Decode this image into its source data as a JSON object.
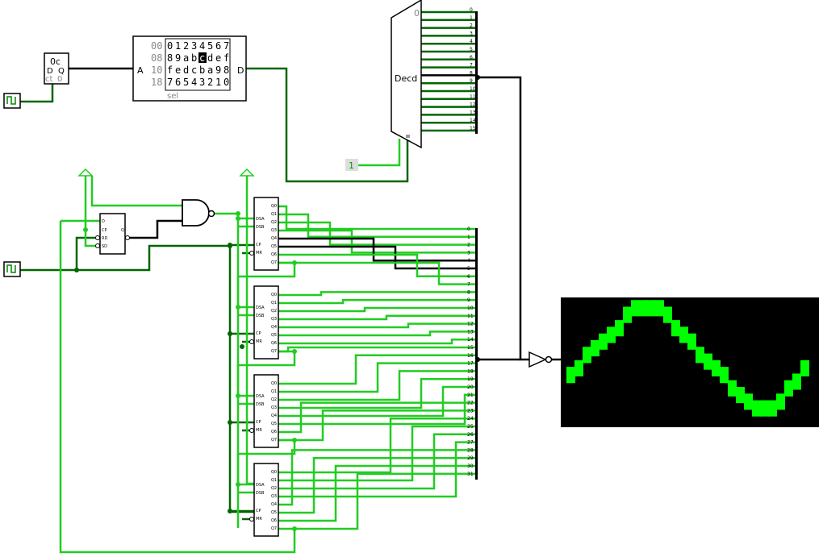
{
  "counter": {
    "value": "0c",
    "d_label": "D",
    "q_label": "Q",
    "ct_label": "ct",
    "ct_value": "0"
  },
  "rom": {
    "addresses": [
      "00",
      "08",
      "10",
      "18"
    ],
    "rows": [
      "01234567",
      "89abcdef",
      "fedcba98",
      "76543210"
    ],
    "highlight_row": 1,
    "highlight_col": 4,
    "address_label": "A",
    "data_label": "D",
    "select_label": "sel"
  },
  "decoder": {
    "label": "Decd",
    "select_value": "0",
    "outputs": [
      "0",
      "1",
      "2",
      "3",
      "4",
      "5",
      "6",
      "7",
      "8",
      "9",
      "10",
      "11",
      "12",
      "13",
      "14",
      "15"
    ]
  },
  "constant": {
    "value": "1"
  },
  "shift_register": {
    "pins": [
      "Q0",
      "Q1",
      "Q2",
      "Q3",
      "Q4",
      "Q5",
      "Q6",
      "Q7"
    ],
    "inputs": [
      "DSA",
      "DSB",
      "CP",
      "MR"
    ]
  },
  "dff": {
    "pins": [
      "D",
      "CP",
      "RD",
      "SD",
      "Q"
    ]
  },
  "bus32": {
    "outputs": [
      "0",
      "1",
      "2",
      "3",
      "4",
      "5",
      "6",
      "7",
      "8",
      "9",
      "10",
      "11",
      "12",
      "13",
      "14",
      "15",
      "16",
      "17",
      "18",
      "19",
      "20",
      "21",
      "22",
      "23",
      "24",
      "25",
      "26",
      "27",
      "28",
      "29",
      "30",
      "31"
    ]
  },
  "display": {
    "columns": [
      3,
      3.5,
      4.5,
      5,
      5.5,
      6,
      6.5,
      7.5,
      8,
      8,
      8,
      8,
      7.5,
      6.5,
      6,
      5.5,
      4.5,
      4,
      3.5,
      3,
      2,
      1.5,
      1,
      0.5,
      0.5,
      0.5,
      1,
      2,
      2.5,
      3.5
    ],
    "column_range": [
      0,
      8.5
    ],
    "colors": {
      "background": "#000000",
      "pixel": "#00ff00"
    }
  },
  "colors": {
    "wire_on": "#22cc22",
    "wire_dark": "#006600",
    "wire_off": "#000000",
    "component": "#000000"
  }
}
